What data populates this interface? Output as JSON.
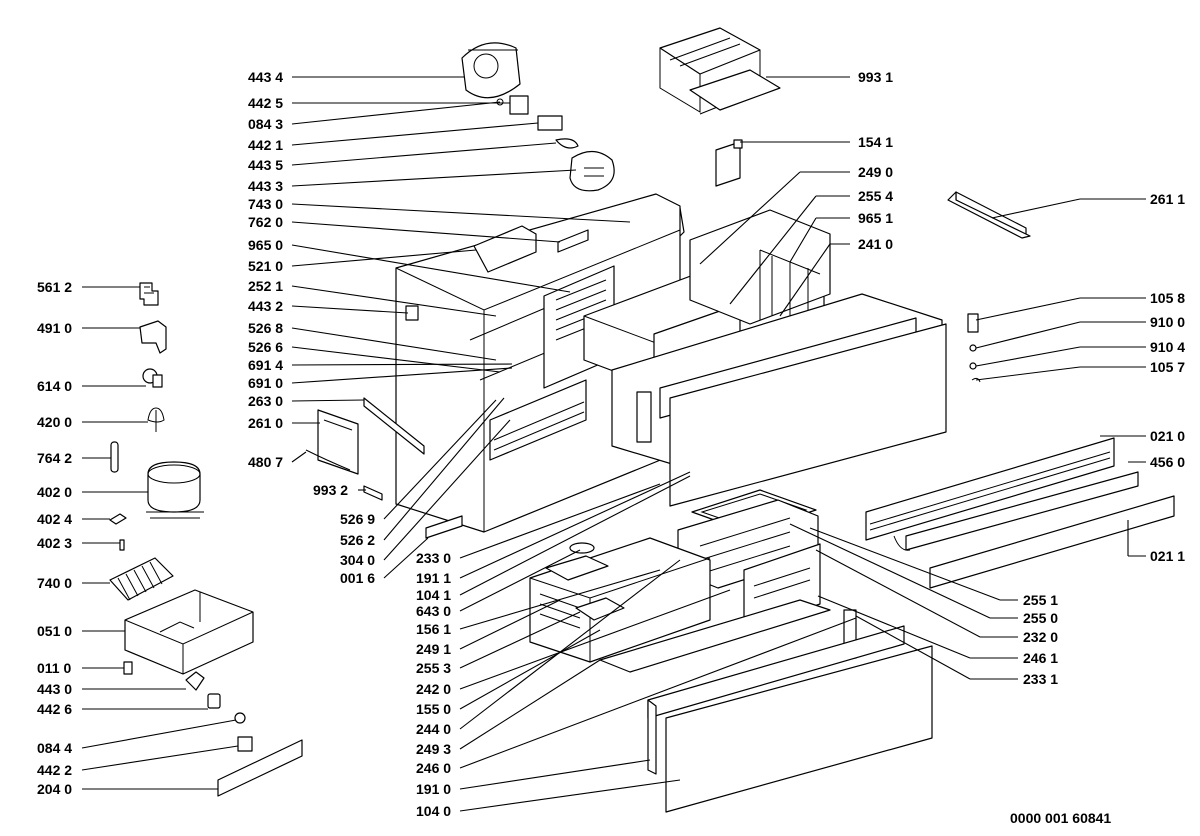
{
  "drawing_number": "0000 001 60841",
  "callouts_left": [
    "561 2",
    "491 0",
    "614 0",
    "420 0",
    "764 2",
    "402 0",
    "402 4",
    "402 3",
    "740 0",
    "051 0",
    "011 0",
    "443 0",
    "442 6",
    "084 4",
    "442 2",
    "204 0"
  ],
  "callouts_upper_mid": [
    "443 4",
    "442 5",
    "084 3",
    "442 1",
    "443 5",
    "443 3",
    "743 0",
    "762 0",
    "965 0",
    "521 0",
    "252 1",
    "443 2",
    "526 8",
    "526 6",
    "691 4",
    "691 0",
    "263 0",
    "261 0",
    "480 7",
    "993 2",
    "526 9",
    "526 2",
    "304 0",
    "001 6"
  ],
  "callouts_lower_mid": [
    "233 0",
    "191 1",
    "104 1",
    "643 0",
    "156 1",
    "249 1",
    "255 3",
    "242 0",
    "155 0",
    "244 0",
    "249 3",
    "246 0",
    "191 0",
    "104 0"
  ],
  "callouts_right": [
    "993 1",
    "154 1",
    "249 0",
    "255 4",
    "965 1",
    "241 0",
    "261 1",
    "105 8",
    "910 0",
    "910 4",
    "105 7",
    "021 0",
    "456 0",
    "021 1",
    "255 1",
    "255 0",
    "232 0",
    "246 1",
    "233 1"
  ],
  "part_names": [
    "fan-cover-icon",
    "thermostat-icon",
    "compressor-icon",
    "relay-icon",
    "capacitor-icon",
    "cabinet-frame-icon",
    "drawer-icon",
    "door-panel-icon",
    "shelf-frame-icon",
    "bracket-icon"
  ]
}
